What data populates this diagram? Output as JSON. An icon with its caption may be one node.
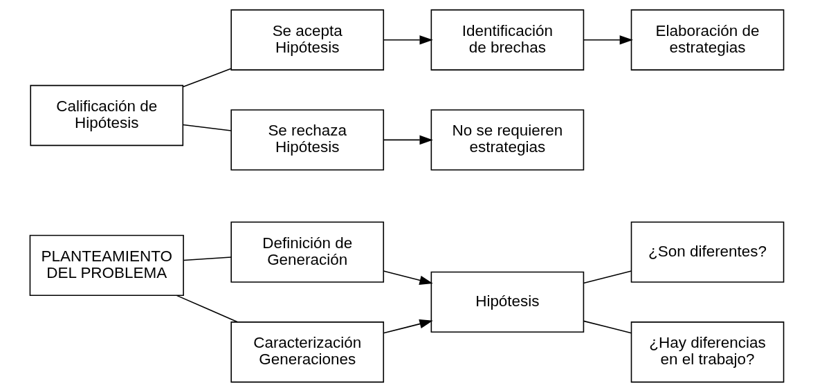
{
  "diagram": {
    "nodes": [
      {
        "text": [
          "PLANTEAMIENTO DEL PROBLEMA"
        ]
      },
      {
        "text": [
          "Definición de Generación"
        ]
      },
      {
        "text": [
          "Caracterización Generaciones"
        ]
      },
      {
        "text": [
          "Hipótesis"
        ]
      },
      {
        "text": [
          "¿Son diferentes?"
        ]
      },
      {
        "text": [
          "¿Hay diferencias en el trabajo?"
        ]
      },
      {
        "text": [
          "Calificación de Hipótesis"
        ]
      },
      {
        "text": [
          "Se acepta Hipótesis"
        ]
      },
      {
        "text": [
          "Identificación de brechas"
        ]
      },
      {
        "text": [
          "Elaboración de estrategias"
        ]
      },
      {
        "text": [
          "Se rechaza Hipótesis"
        ]
      },
      {
        "text": [
          "No se requieren estrategias"
        ]
      }
    ],
    "edges": [
      {
        "from": 0,
        "to": 1,
        "arrow": "none"
      },
      {
        "from": 0,
        "to": 2,
        "arrow": "none"
      },
      {
        "from": 1,
        "to": 3,
        "arrow": "to"
      },
      {
        "from": 2,
        "to": 3,
        "arrow": "to"
      },
      {
        "from": 3,
        "to": 4,
        "arrow": "none"
      },
      {
        "from": 3,
        "to": 5,
        "arrow": "none"
      },
      {
        "from": 6,
        "to": 7,
        "arrow": "none"
      },
      {
        "from": 6,
        "to": 10,
        "arrow": "none"
      },
      {
        "from": 7,
        "to": 8,
        "arrow": "to"
      },
      {
        "from": 8,
        "to": 9,
        "arrow": "to"
      },
      {
        "from": 10,
        "to": 11,
        "arrow": "to"
      }
    ]
  }
}
